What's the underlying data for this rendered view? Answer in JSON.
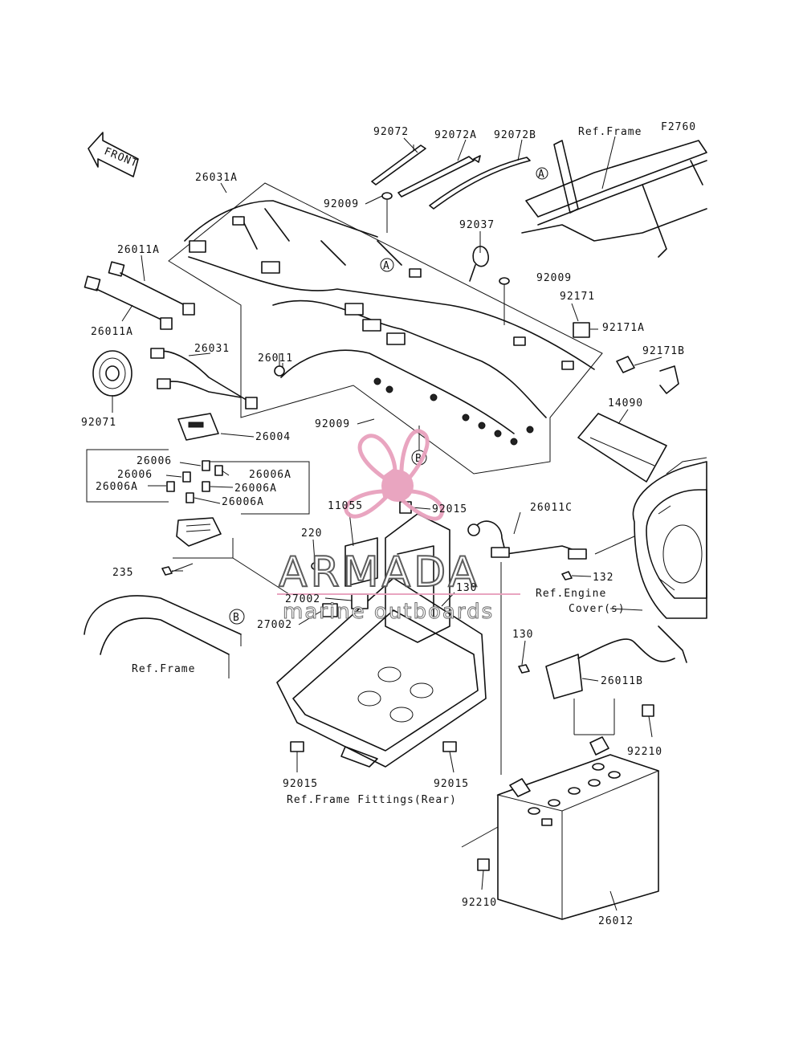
{
  "diagram": {
    "figure_code": "F2760",
    "front_label": "FRONT",
    "refs": {
      "ref_frame_top": "Ref.Frame",
      "ref_frame_left": "Ref.Frame",
      "ref_engine_1": "Ref.Engine",
      "ref_engine_2": "Cover(s)",
      "ref_frame_fittings": "Ref.Frame Fittings(Rear)"
    },
    "callouts": {
      "A": "A",
      "B": "B"
    },
    "parts": {
      "p92072": "92072",
      "p92072A": "92072A",
      "p92072B": "92072B",
      "p26031A": "26031A",
      "p92009_top": "92009",
      "p92037": "92037",
      "p92009_right": "92009",
      "p26011A_1": "26011A",
      "p26011A_2": "26011A",
      "p92171": "92171",
      "p92171A": "92171A",
      "p92171B": "92171B",
      "p26031": "26031",
      "p26011": "26011",
      "p92071": "92071",
      "p14090": "14090",
      "p92009_mid": "92009",
      "p26004": "26004",
      "p26006_1": "26006",
      "p26006_2": "26006",
      "p26006A_1": "26006A",
      "p26006A_2": "26006A",
      "p26006A_3": "26006A",
      "p26006A_4": "26006A",
      "p11055": "11055",
      "p92015_top": "92015",
      "p26011C": "26011C",
      "p220": "220",
      "p132": "132",
      "p235": "235",
      "p130_top": "130",
      "p27002_1": "27002",
      "p27002_2": "27002",
      "p130_right": "130",
      "p26011B": "26011B",
      "p92210_right": "92210",
      "p92015_left": "92015",
      "p92015_right": "92015",
      "p92210_bottom": "92210",
      "p26012": "26012"
    }
  },
  "watermark": {
    "brand": "ARMADA",
    "tagline": "marine outboards",
    "color": "#e8a1bd"
  }
}
